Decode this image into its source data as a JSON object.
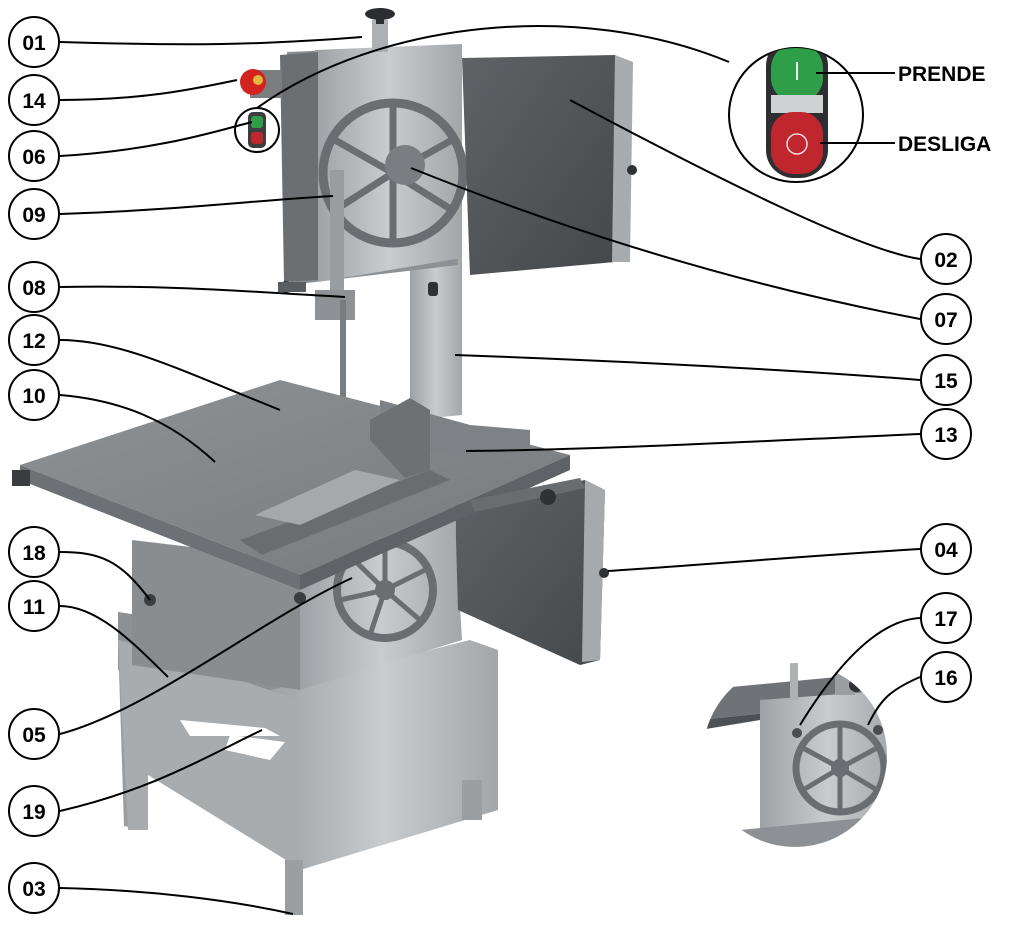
{
  "callouts": {
    "c01": "01",
    "c14": "14",
    "c06": "06",
    "c09": "09",
    "c08": "08",
    "c12": "12",
    "c10": "10",
    "c18": "18",
    "c11": "11",
    "c05": "05",
    "c19": "19",
    "c03": "03",
    "c02": "02",
    "c07": "07",
    "c15": "15",
    "c13": "13",
    "c04": "04",
    "c17": "17",
    "c16": "16"
  },
  "switch_detail": {
    "on_label": "PRENDE",
    "off_label": "DESLIGA",
    "on_symbol": "I",
    "off_symbol": "O"
  },
  "colors": {
    "steel": "#b4b7ba",
    "dark_panel": "#55585c",
    "switch_green": "#2e9e48",
    "switch_red": "#c0262d",
    "emergency_red": "#d3231f"
  }
}
